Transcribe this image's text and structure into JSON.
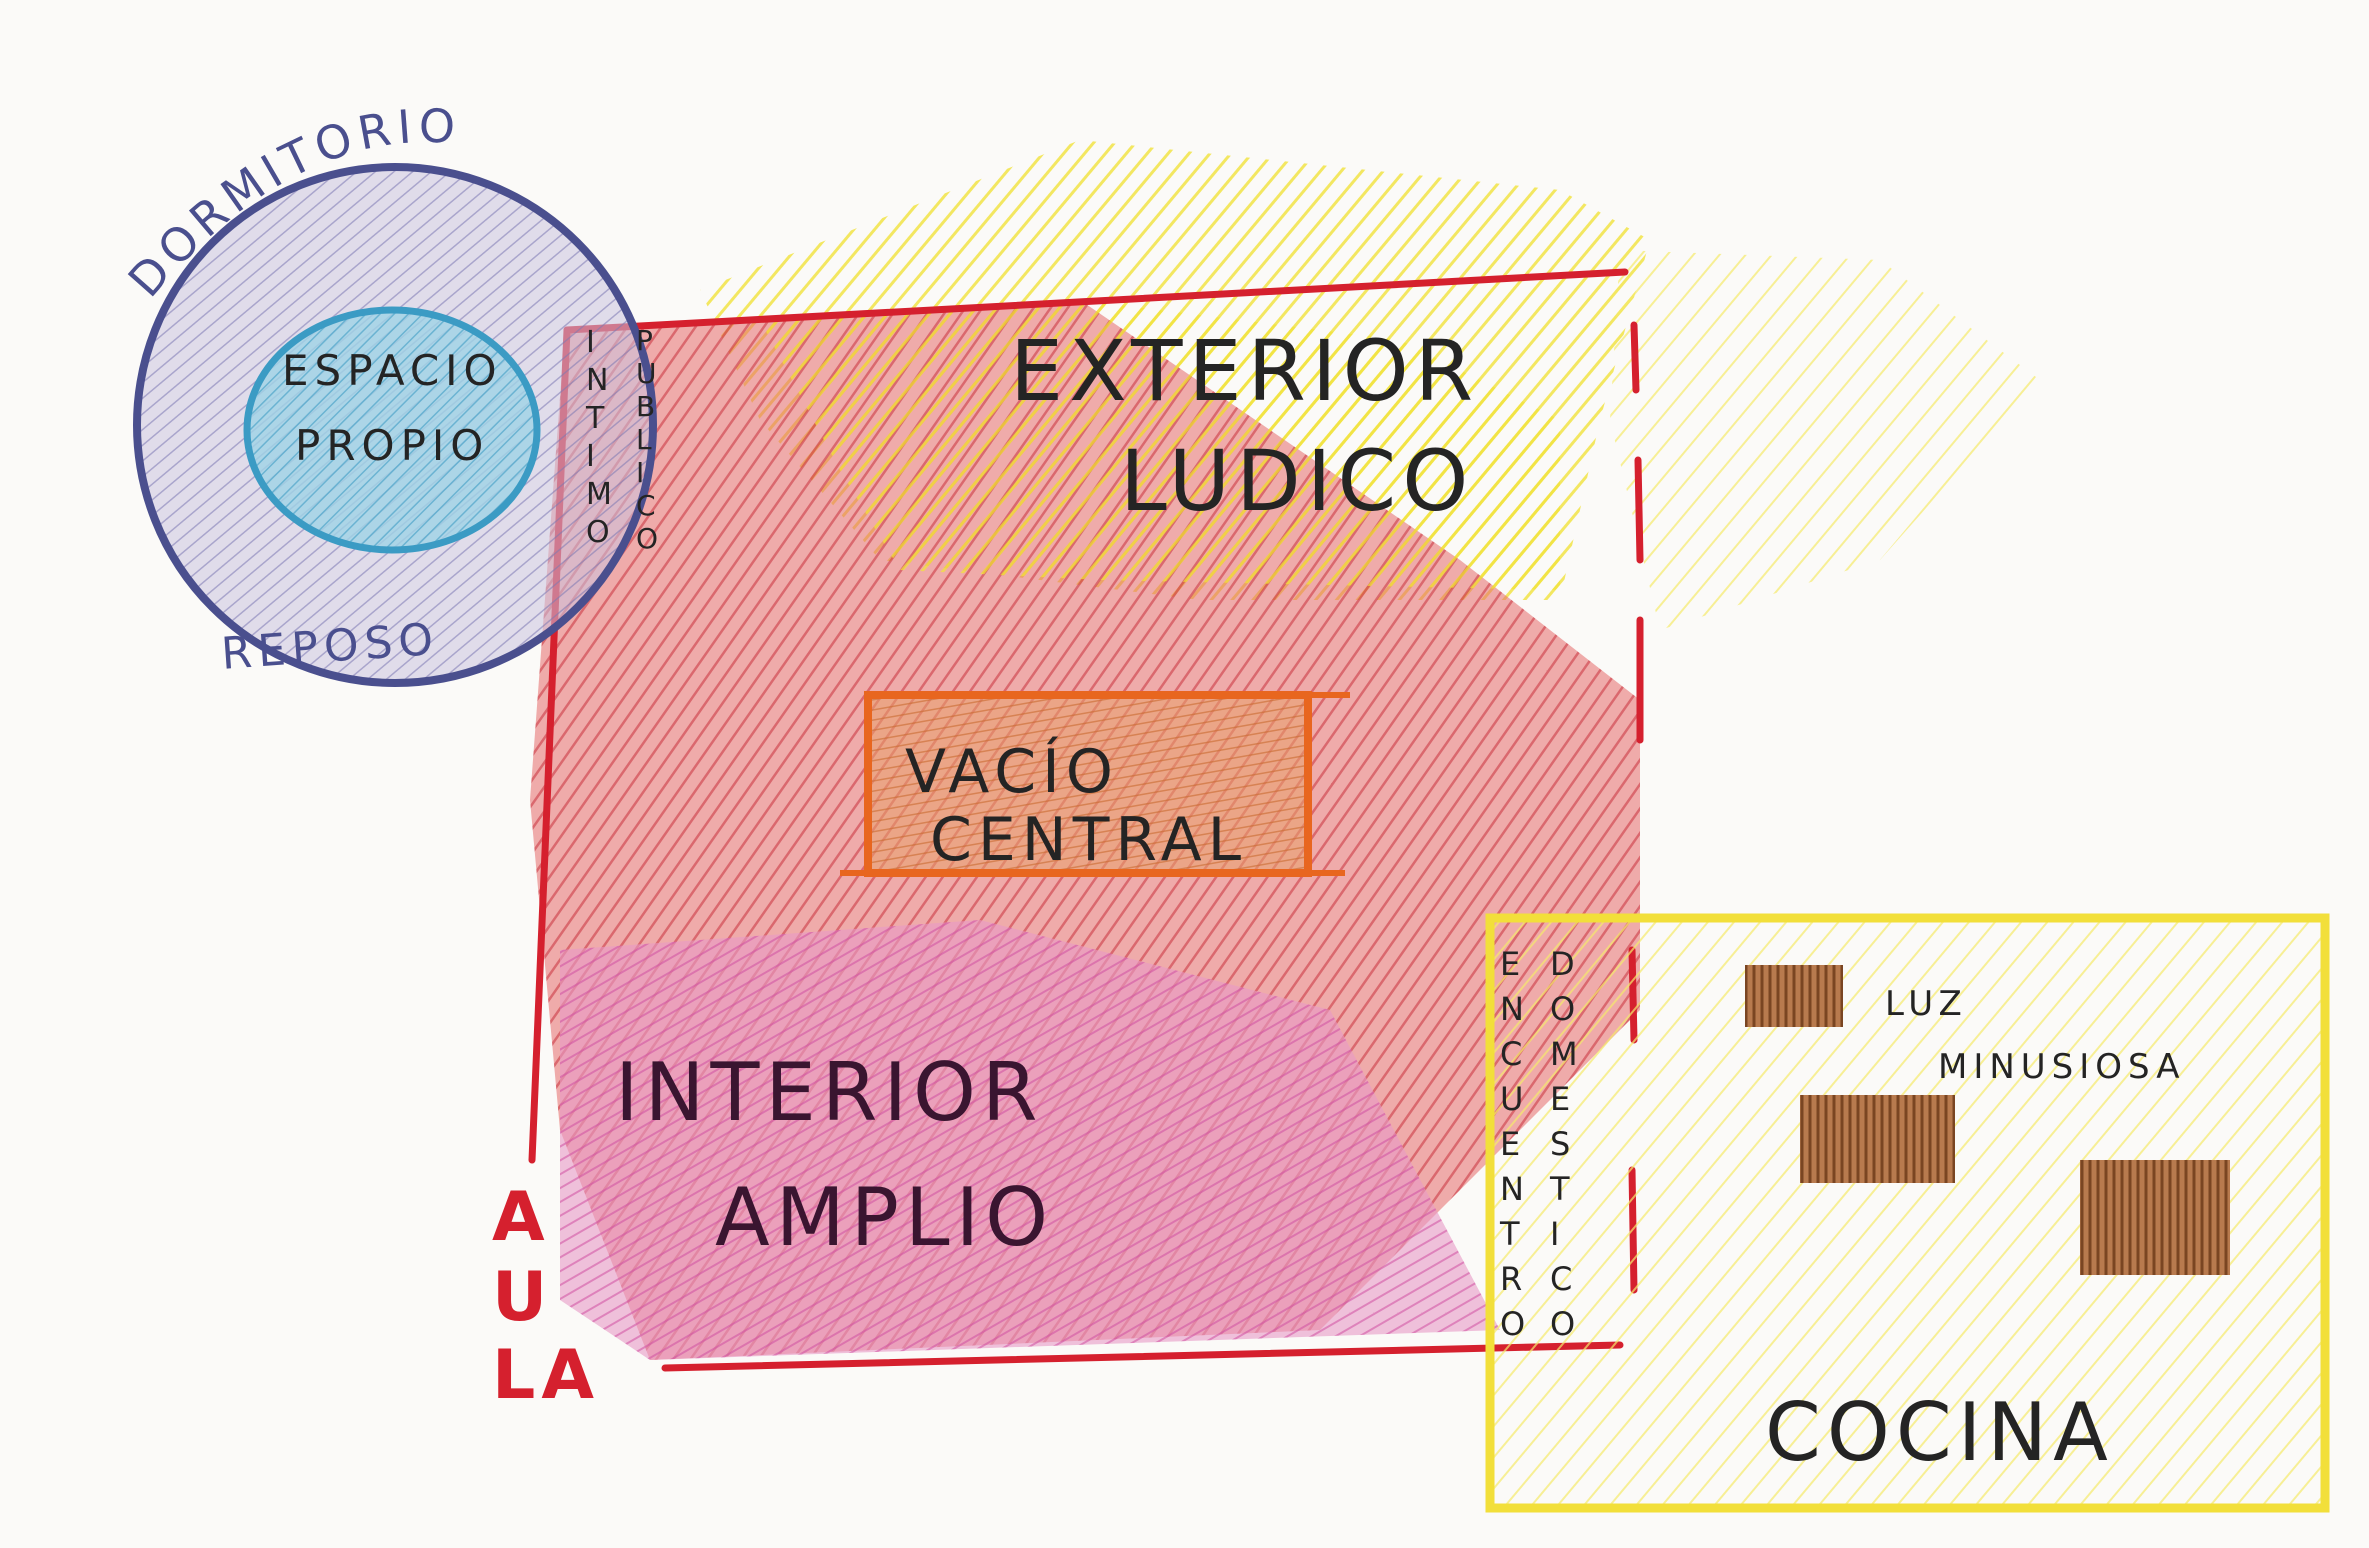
{
  "zones": {
    "dormitorio": {
      "top_label": "DORMITORIO",
      "bottom_label": "REPOSO",
      "inner_label_line1": "ESPACIO",
      "inner_label_line2": "PROPIO",
      "ring_color": "#4a4f8e",
      "inner_color": "#3b9bc4"
    },
    "exterior": {
      "line1": "EXTERIOR",
      "line2": "LUDICO",
      "fill_color": "#f4e84a"
    },
    "vacio": {
      "line1": "VACÍO",
      "line2": "CENTRAL",
      "border_color": "#e8661f"
    },
    "interior": {
      "line1": "INTERIOR",
      "line2": "AMPLIO",
      "fill_color": "#d64a7a"
    },
    "aula": {
      "letters": [
        "A",
        "U",
        "LA"
      ],
      "border_color": "#d5202e"
    },
    "cocina": {
      "label": "COCINA",
      "light_line1": "LUZ",
      "light_line2": "MINUSIOSA",
      "border_color": "#f2df3a",
      "window_color": "#9a5a32"
    }
  },
  "vertical_labels": {
    "intimo": [
      "I",
      "N",
      "T",
      "I",
      "M",
      "O"
    ],
    "publico": [
      "P",
      "U",
      "B",
      "L",
      "I",
      "C",
      "O"
    ],
    "encuentro": [
      "E",
      "N",
      "C",
      "U",
      "E",
      "N",
      "T",
      "R",
      "O"
    ],
    "domestico": [
      "D",
      "O",
      "M",
      "E",
      "S",
      "T",
      "I",
      "C",
      "O"
    ]
  }
}
